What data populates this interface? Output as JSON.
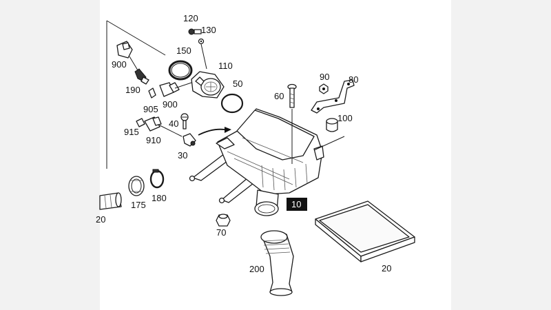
{
  "callouts": {
    "p10": "10",
    "p20": "20",
    "p30": "30",
    "p40": "40",
    "p50": "50",
    "p60": "60",
    "p70": "70",
    "p80": "80",
    "p90": "90",
    "p100": "100",
    "p110": "110",
    "p120": "120",
    "p130": "130",
    "p150": "150",
    "p175": "175",
    "p180": "180",
    "p190": "190",
    "p200": "200",
    "p900a": "900",
    "p900b": "900",
    "p905": "905",
    "p910": "910",
    "p915": "915",
    "p20cut": "20"
  },
  "colors": {
    "canvas": "#ffffff",
    "side_margin": "#f2f2f2",
    "highlight_box": "#111111"
  }
}
